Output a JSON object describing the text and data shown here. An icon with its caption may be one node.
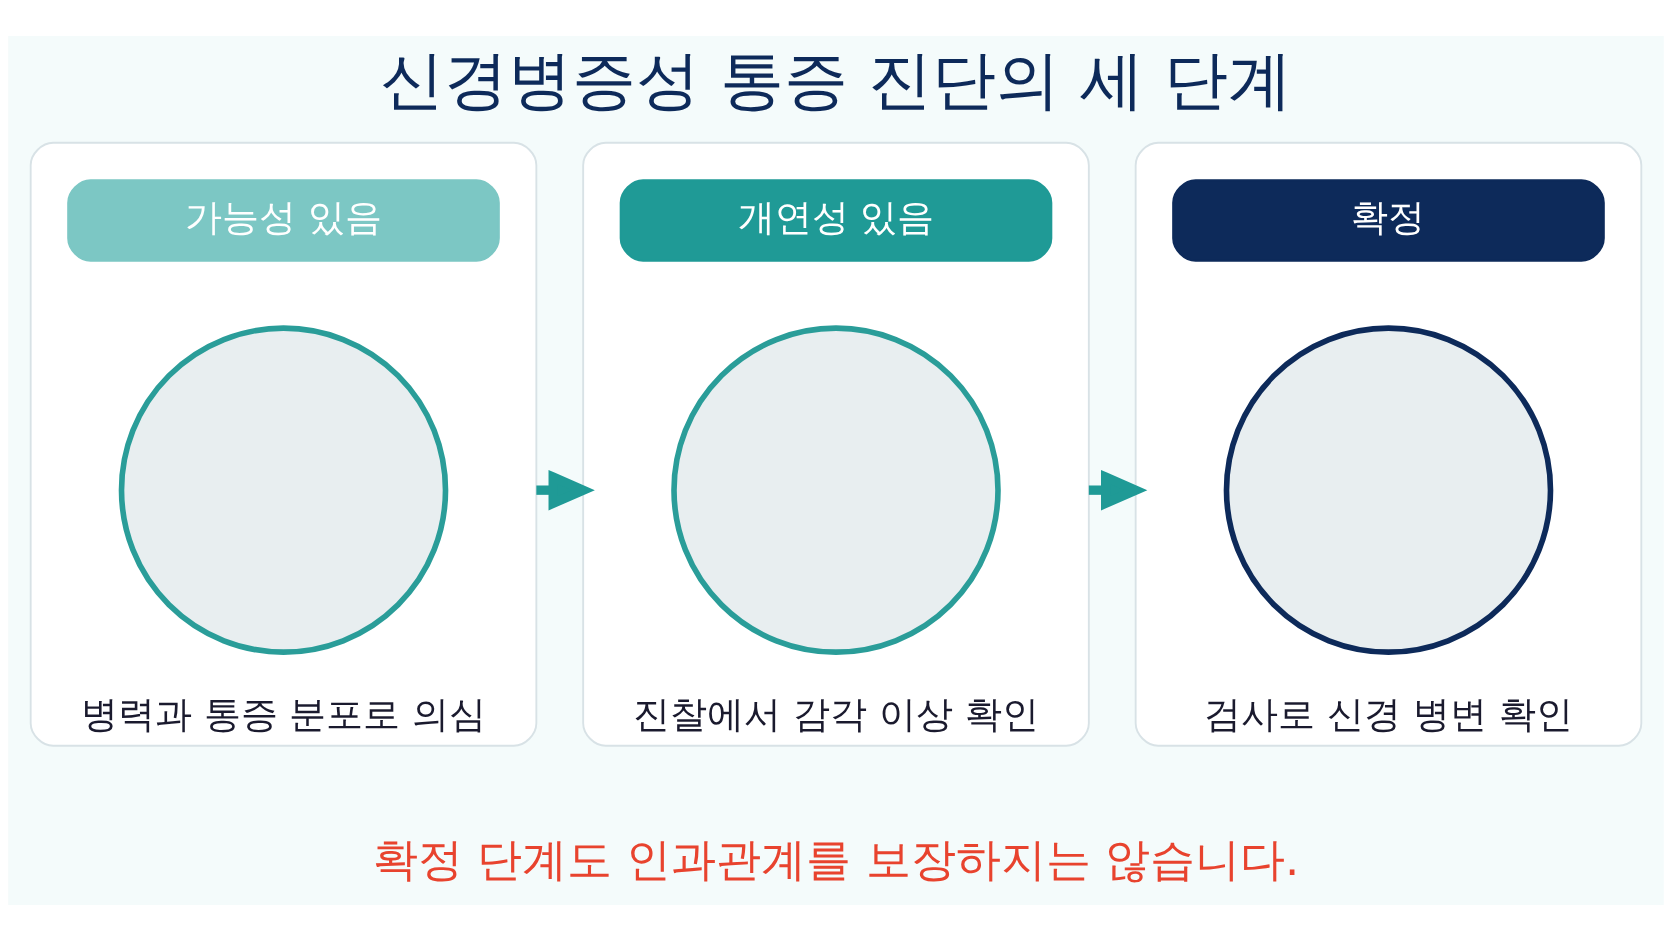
{
  "diagram": {
    "title": "신경병증성 통증 진단의 세 단계",
    "nodes": [
      {
        "text": [
          "병력과 통증 분포로 의심"
        ]
      },
      {
        "text": [
          "가능성 있음"
        ],
        "in": 0
      },
      {
        "text": [],
        "shape": "circle",
        "in": 0
      },
      {
        "text": [
          "진찰에서 감각 이상 확인"
        ]
      },
      {
        "text": [
          "개연성 있음"
        ],
        "in": 3
      },
      {
        "text": [],
        "shape": "circle",
        "in": 3
      },
      {
        "text": [
          "검사로 신경 병변 확인"
        ]
      },
      {
        "text": [
          "확정"
        ],
        "in": 6
      },
      {
        "text": [],
        "shape": "circle",
        "in": 6
      }
    ],
    "edges": [
      {
        "from": 0,
        "to": 3,
        "arrow": "to"
      },
      {
        "from": 3,
        "to": 6,
        "arrow": "to"
      }
    ],
    "labels": [
      "확정 단계도 인과관계를 보장하지는 않습니다."
    ]
  }
}
